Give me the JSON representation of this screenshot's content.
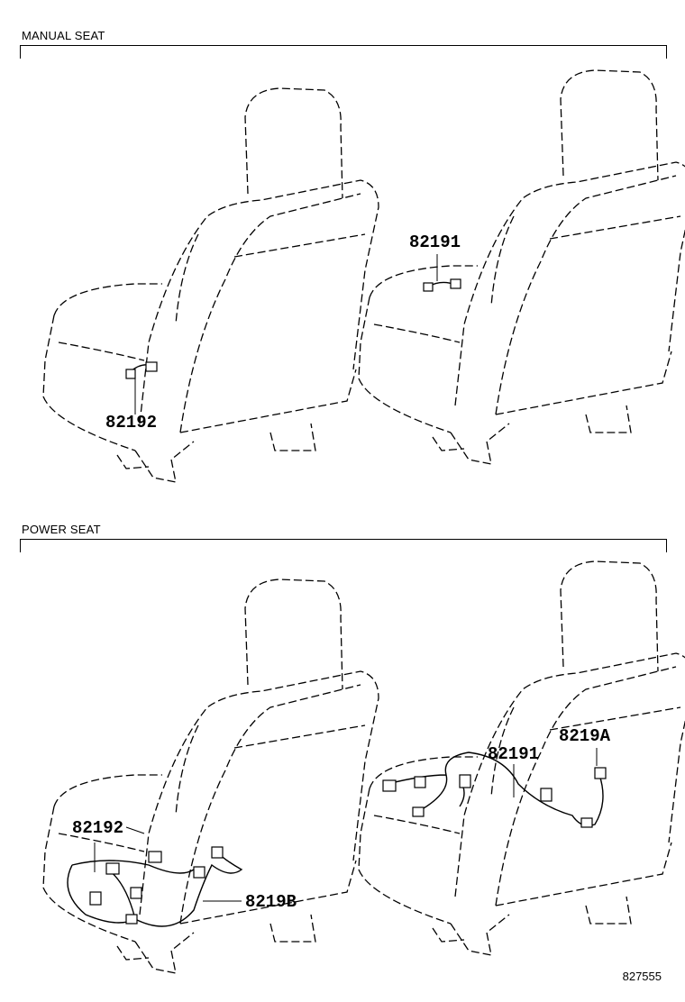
{
  "sections": [
    {
      "title": "MANUAL SEAT",
      "parts": [
        "82191",
        "82192"
      ]
    },
    {
      "title": "POWER SEAT",
      "parts": [
        "82192",
        "8219B",
        "82191",
        "8219A"
      ]
    }
  ],
  "illustration_number": "827555"
}
